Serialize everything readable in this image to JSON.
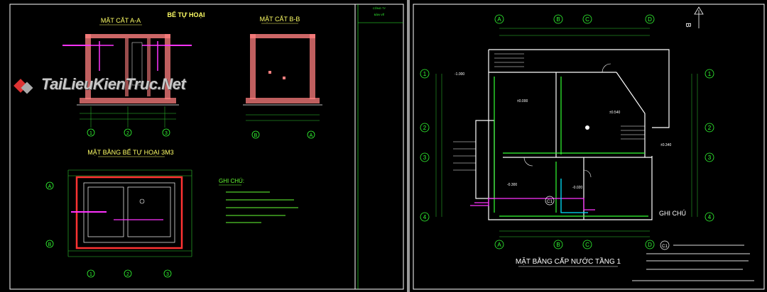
{
  "left_sheet": {
    "title_septic": "BỂ TỰ HOẠI",
    "section_aa": "MẶT CẮT A-A",
    "section_bb": "MẶT CẮT B-B",
    "plan_title": "MẶT BẰNG BỂ TỰ HOẠI 3M3",
    "notes_title": "GHI CHÚ:",
    "axis_labels_bottom_aa": [
      "1",
      "2",
      "3"
    ],
    "axis_labels_bottom_bb": [
      "B",
      "A"
    ],
    "axis_labels_plan_bottom": [
      "1",
      "2",
      "3"
    ],
    "axis_labels_plan_left": [
      "A",
      "B"
    ],
    "title_block_text": [
      "CÔNG TY",
      "BẢN VẼ"
    ],
    "watermark": "TaiLieuKienTruc.Net"
  },
  "right_sheet": {
    "plan_title": "MẶT BẰNG CẤP NƯỚC TẦNG 1",
    "notes_title": "GHI CHÚ",
    "axis_top": [
      "A",
      "B",
      "C",
      "D"
    ],
    "axis_bottom": [
      "A",
      "B",
      "C",
      "D"
    ],
    "axis_left": [
      "1",
      "2",
      "3",
      "4"
    ],
    "axis_right": [
      "1",
      "2",
      "3",
      "4"
    ],
    "north_label": "B",
    "tag_c1": "C1",
    "level_labels": [
      "-1.000",
      "±0.000",
      "±0.540",
      "±0.340",
      "-0.300",
      "-0.020"
    ],
    "note_c1": "C1"
  },
  "colors": {
    "wall_hatch": "#ff7f7f",
    "axis_green": "#33ff33",
    "dimension_green": "#2ecc2e",
    "white_line": "#ffffff",
    "pipe_magenta": "#ff33ff",
    "pipe_cyan": "#00e5ff",
    "title_yellow": "#ffff66",
    "notes_green": "#66ff33"
  }
}
